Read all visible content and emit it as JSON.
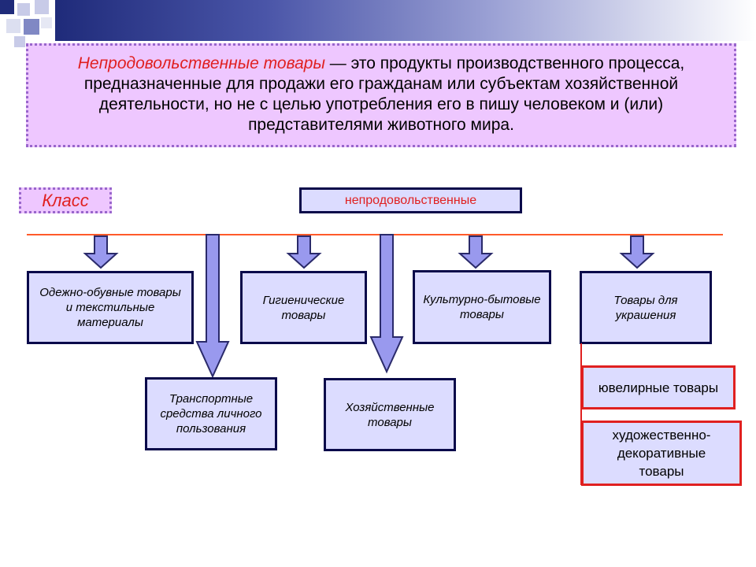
{
  "definition": {
    "term": "Непродовольственные товары",
    "text": " — это продукты производственного процесса, предназначенные для продажи его гражданам или субъектам хозяйственной деятельности, но не с целью употребления его в пишу человеком и (или) представителями животного мира."
  },
  "class_label": "Класс",
  "root_label": "непродовольственные",
  "categories": {
    "clothing": "Одежно-обувные товары и текстильные материалы",
    "transport": "Транспортные средства личного пользования",
    "hygiene": "Гигиенические товары",
    "household": "Хозяйственные товары",
    "cultural": "Культурно-бытовые товары",
    "decoration": "Товары для украшения"
  },
  "subcategories": {
    "jewelry": "ювелирные товары",
    "art": "художественно-декоративные товары"
  },
  "colors": {
    "banner_dark": "#1f2b7a",
    "definition_bg": "#eec7ff",
    "box_bg": "#dcdcff",
    "box_border": "#0a0a4a",
    "accent_red": "#e02020",
    "arrow_fill": "#9999ee",
    "arrow_stroke": "#2a2a6a",
    "rule_line": "#ff5a2a"
  }
}
